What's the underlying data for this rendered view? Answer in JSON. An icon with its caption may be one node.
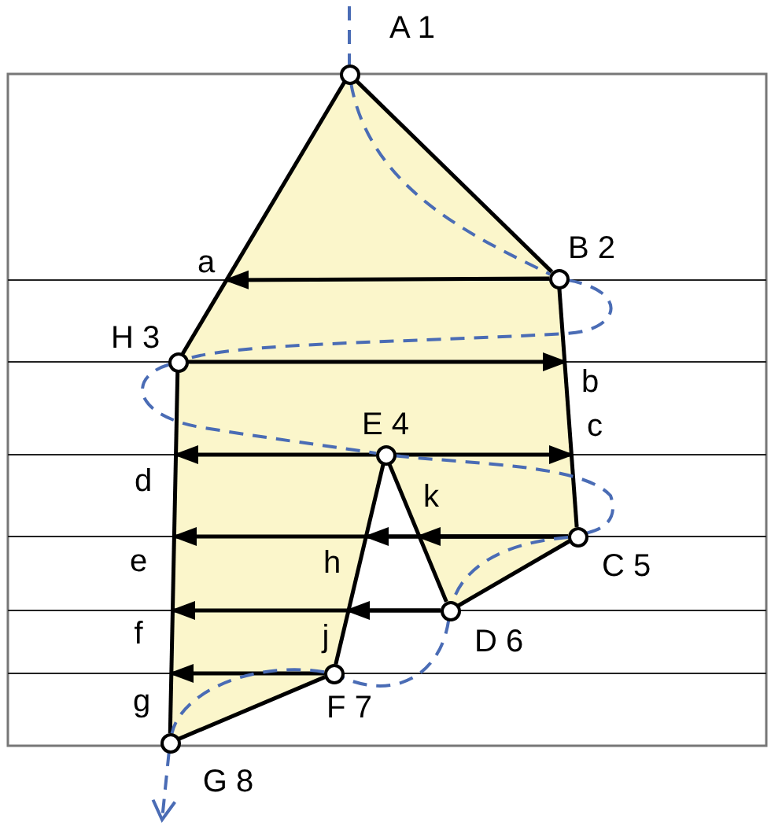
{
  "diagram": {
    "nodes": [
      {
        "text": [],
        "shape": "circle",
        "beside": [
          "A 1"
        ]
      },
      {
        "text": [],
        "shape": "circle",
        "beside": [
          "B 2"
        ]
      },
      {
        "text": [],
        "shape": "circle",
        "beside": [
          "H 3"
        ]
      },
      {
        "text": [],
        "shape": "circle",
        "beside": [
          "E 4"
        ]
      },
      {
        "text": [],
        "shape": "circle",
        "beside": [
          "C 5"
        ]
      },
      {
        "text": [],
        "shape": "circle",
        "beside": [
          "D 6"
        ]
      },
      {
        "text": [],
        "shape": "circle",
        "beside": [
          "F 7"
        ]
      },
      {
        "text": [],
        "shape": "circle",
        "beside": [
          "G 8"
        ]
      },
      {
        "text": [
          "a"
        ]
      },
      {
        "text": [
          "b"
        ]
      },
      {
        "text": [
          "c"
        ]
      },
      {
        "text": [
          "d"
        ]
      },
      {
        "text": [
          "e"
        ]
      },
      {
        "text": [
          "f"
        ]
      },
      {
        "text": [
          "g"
        ]
      },
      {
        "text": [
          "h"
        ]
      },
      {
        "text": [
          "j"
        ]
      },
      {
        "text": [
          "k"
        ]
      }
    ],
    "edges": [
      {
        "from": 0,
        "to": 1,
        "arrow": "none"
      },
      {
        "from": 1,
        "to": 4,
        "arrow": "none"
      },
      {
        "from": 4,
        "to": 5,
        "arrow": "none"
      },
      {
        "from": 5,
        "to": 3,
        "arrow": "none"
      },
      {
        "from": 3,
        "to": 6,
        "arrow": "none"
      },
      {
        "from": 6,
        "to": 7,
        "arrow": "none"
      },
      {
        "from": 7,
        "to": 2,
        "arrow": "none"
      },
      {
        "from": 2,
        "to": 0,
        "arrow": "none"
      },
      {
        "from": 1,
        "to": 8,
        "arrow": "to"
      },
      {
        "from": 2,
        "to": 9,
        "arrow": "to"
      },
      {
        "from": 3,
        "to": 10,
        "arrow": "to"
      },
      {
        "from": 3,
        "to": 11,
        "arrow": "to"
      },
      {
        "from": 4,
        "to": 17,
        "arrow": "to"
      },
      {
        "from": 4,
        "to": 15,
        "arrow": "to"
      },
      {
        "from": 4,
        "to": 12,
        "arrow": "to"
      },
      {
        "from": 5,
        "to": 16,
        "arrow": "to"
      },
      {
        "from": 5,
        "to": 13,
        "arrow": "to"
      },
      {
        "from": 6,
        "to": 14,
        "arrow": "to"
      },
      {
        "from": null,
        "to": 0,
        "arrow": "none",
        "style": "dashed",
        "color": "#4a6cb5"
      },
      {
        "from": 0,
        "to": 1,
        "arrow": "none",
        "style": "dashed",
        "color": "#4a6cb5"
      },
      {
        "from": 1,
        "to": 2,
        "arrow": "none",
        "style": "dashed",
        "color": "#4a6cb5"
      },
      {
        "from": 2,
        "to": 3,
        "arrow": "none",
        "style": "dashed",
        "color": "#4a6cb5"
      },
      {
        "from": 3,
        "to": 4,
        "arrow": "none",
        "style": "dashed",
        "color": "#4a6cb5"
      },
      {
        "from": 4,
        "to": 5,
        "arrow": "none",
        "style": "dashed",
        "color": "#4a6cb5"
      },
      {
        "from": 5,
        "to": 6,
        "arrow": "none",
        "style": "dashed",
        "color": "#4a6cb5"
      },
      {
        "from": 6,
        "to": 7,
        "arrow": "none",
        "style": "dashed",
        "color": "#4a6cb5"
      },
      {
        "from": 7,
        "to": null,
        "arrow": "to",
        "style": "dashed",
        "color": "#4a6cb5"
      }
    ]
  }
}
